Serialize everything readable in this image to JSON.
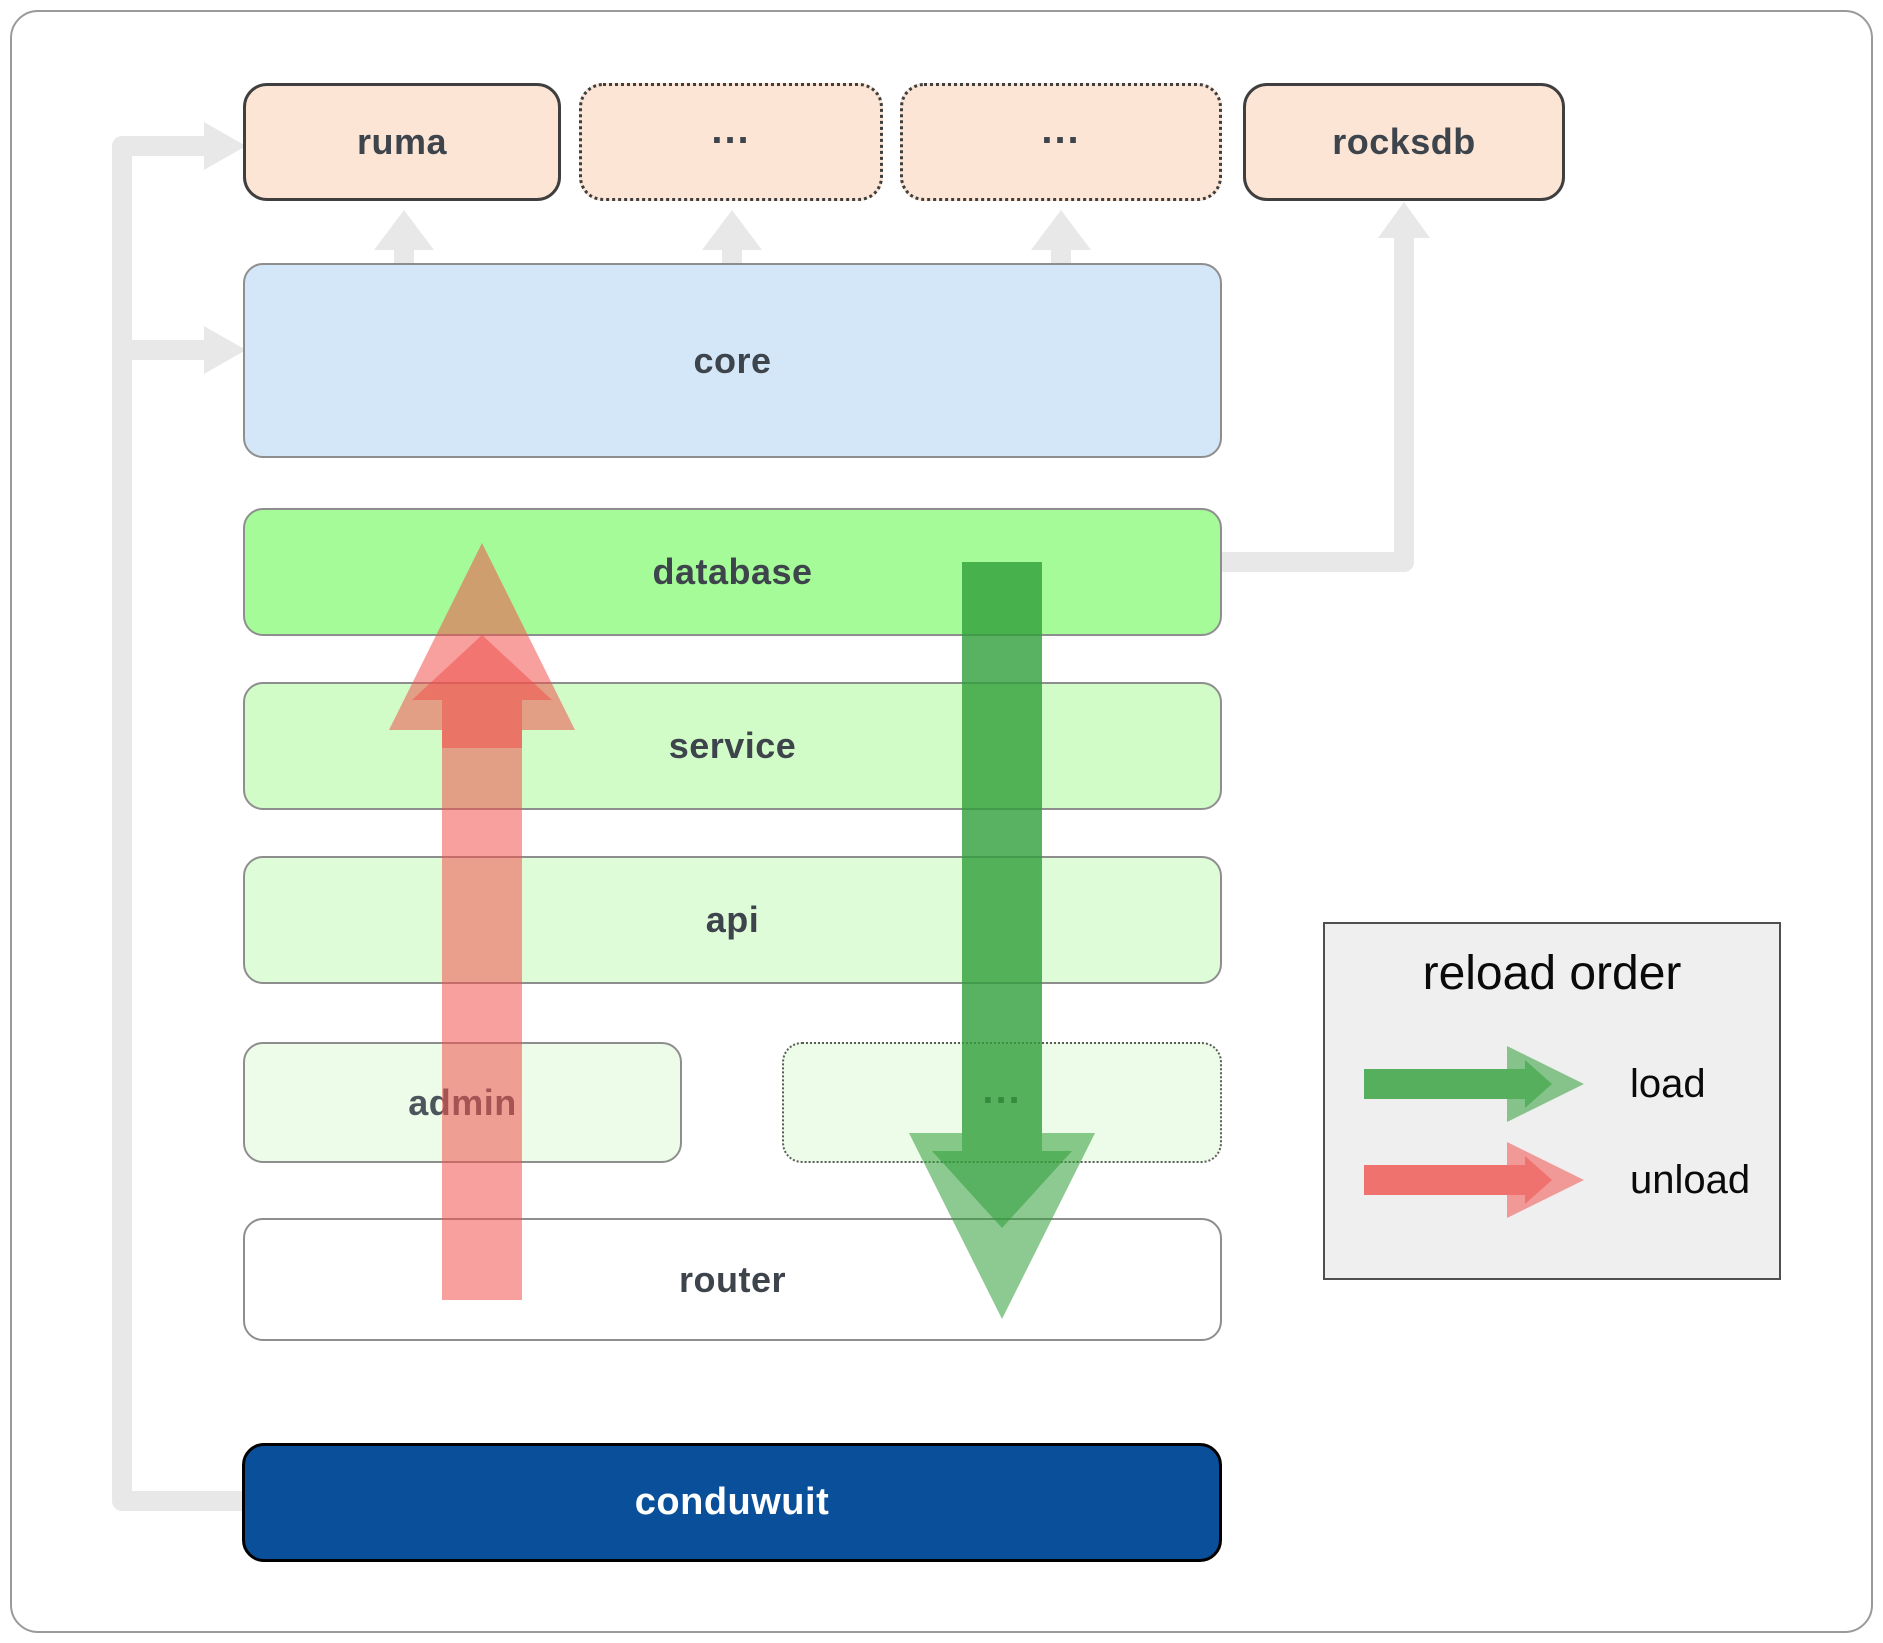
{
  "diagram": {
    "nodes": {
      "ruma": "ruma",
      "ext_top_1": "...",
      "ext_top_2": "...",
      "rocksdb": "rocksdb",
      "core": "core",
      "database": "database",
      "service": "service",
      "api": "api",
      "admin": "admin",
      "ext_admin": "...",
      "router": "router",
      "conduwuit": "conduwuit"
    }
  },
  "legend": {
    "title": "reload order",
    "load_label": "load",
    "unload_label": "unload"
  },
  "colors": {
    "load": "#2f9e38",
    "unload": "#f0524e",
    "connector": "#e8e8e8"
  }
}
